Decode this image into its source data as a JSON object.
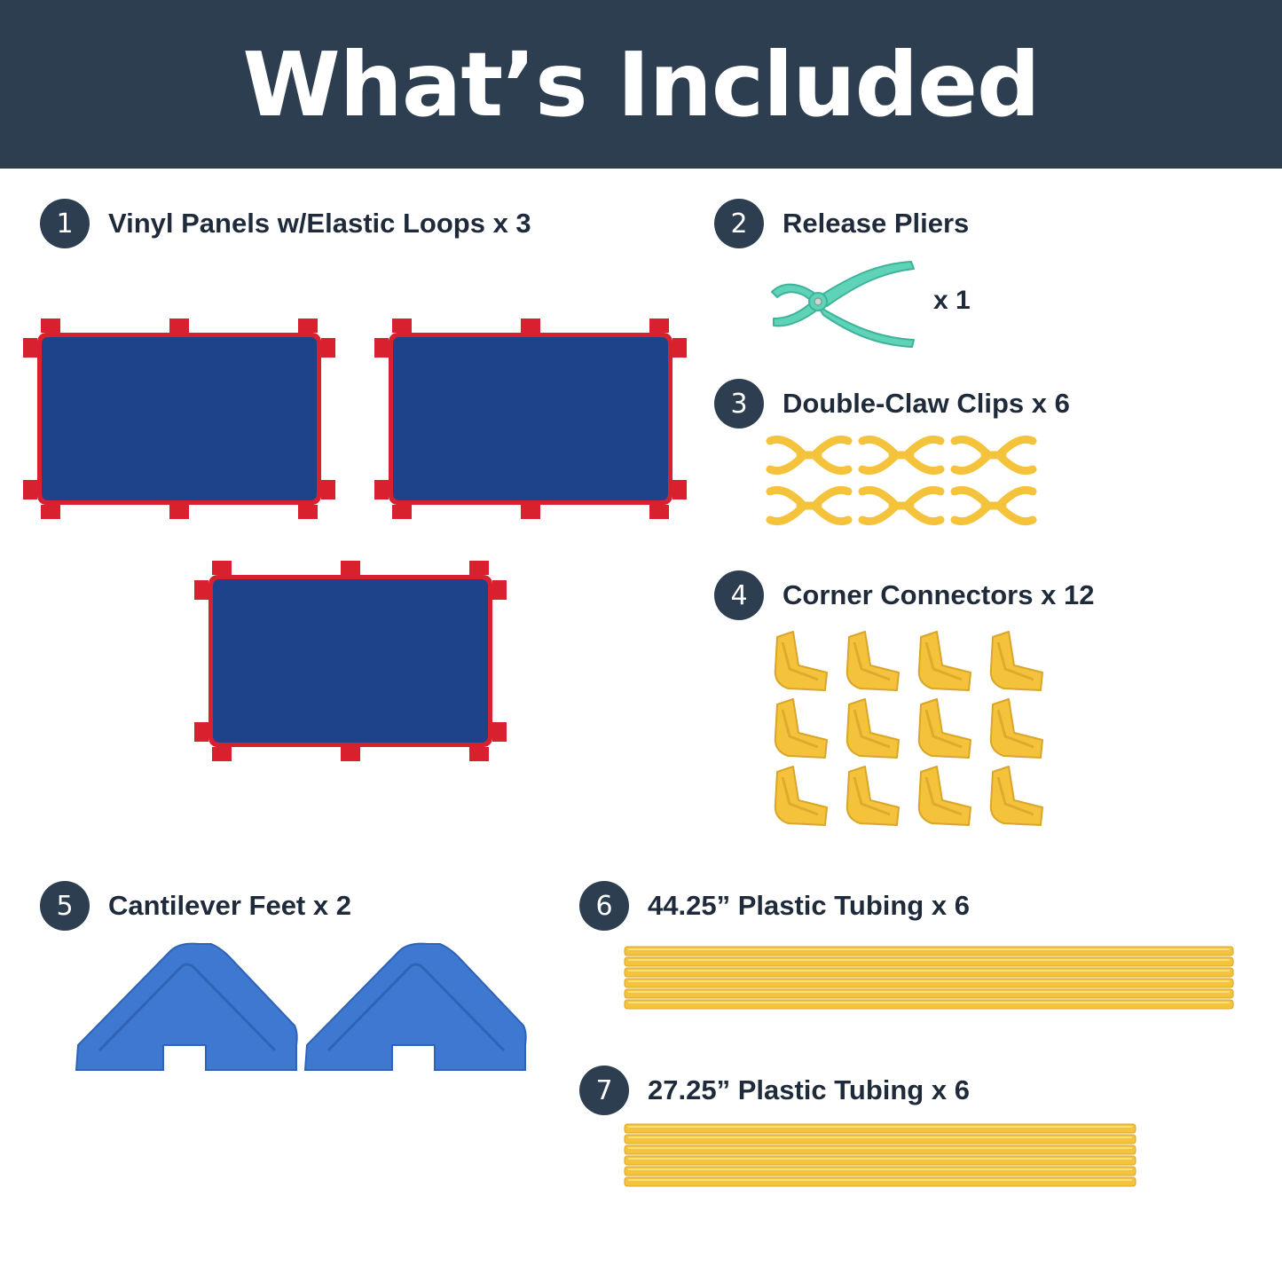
{
  "header": {
    "title": "What’s Included"
  },
  "items": [
    {
      "number": "1",
      "label": "Vinyl Panels w/Elastic Loops x 3"
    },
    {
      "number": "2",
      "label": "Release Pliers",
      "quantity": "x 1"
    },
    {
      "number": "3",
      "label": "Double-Claw Clips x 6"
    },
    {
      "number": "4",
      "label": "Corner Connectors x 12"
    },
    {
      "number": "5",
      "label": "Cantilever Feet x 2"
    },
    {
      "number": "6",
      "label": "44.25” Plastic Tubing x 6"
    },
    {
      "number": "7",
      "label": "27.25” Plastic Tubing x 6"
    }
  ],
  "colors": {
    "header_bg": "#2d3e51",
    "panel_blue": "#1e438b",
    "panel_red": "#d9202e",
    "pliers": "#5fd3b8",
    "yellow": "#f5c23c",
    "feet_blue": "#3f78d0"
  }
}
